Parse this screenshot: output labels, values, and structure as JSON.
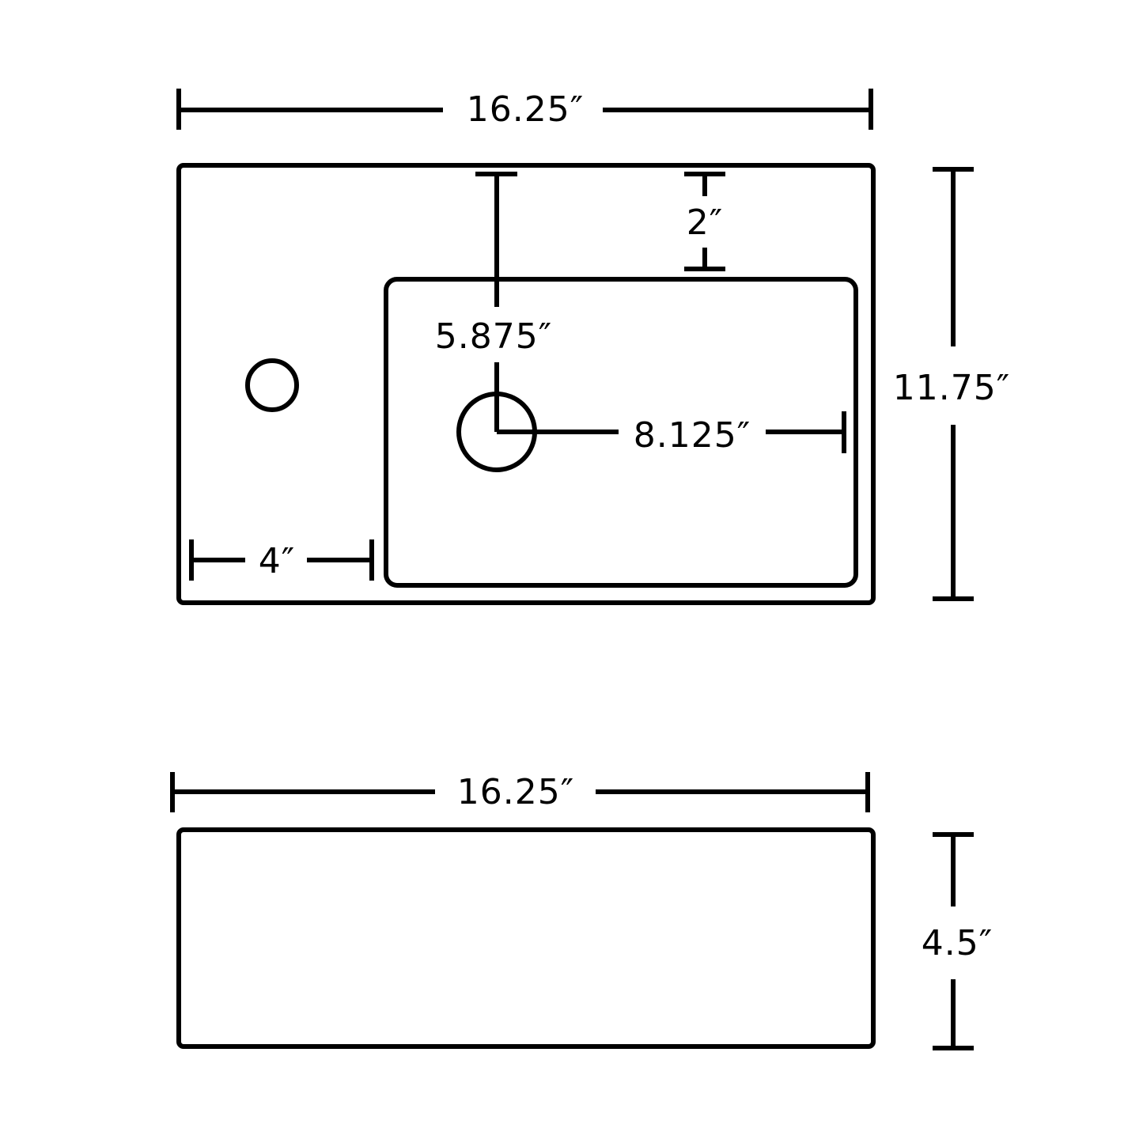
{
  "top_view": {
    "width_label": "16.25″",
    "depth_label": "11.75″",
    "back_to_basin_label": "2″",
    "drain_from_back_label": "5.875″",
    "drain_to_right_label": "8.125″",
    "left_margin_label": "4″"
  },
  "front_view": {
    "width_label": "16.25″",
    "height_label": "4.5″"
  },
  "colors": {
    "line": "#000000",
    "background": "#ffffff"
  }
}
